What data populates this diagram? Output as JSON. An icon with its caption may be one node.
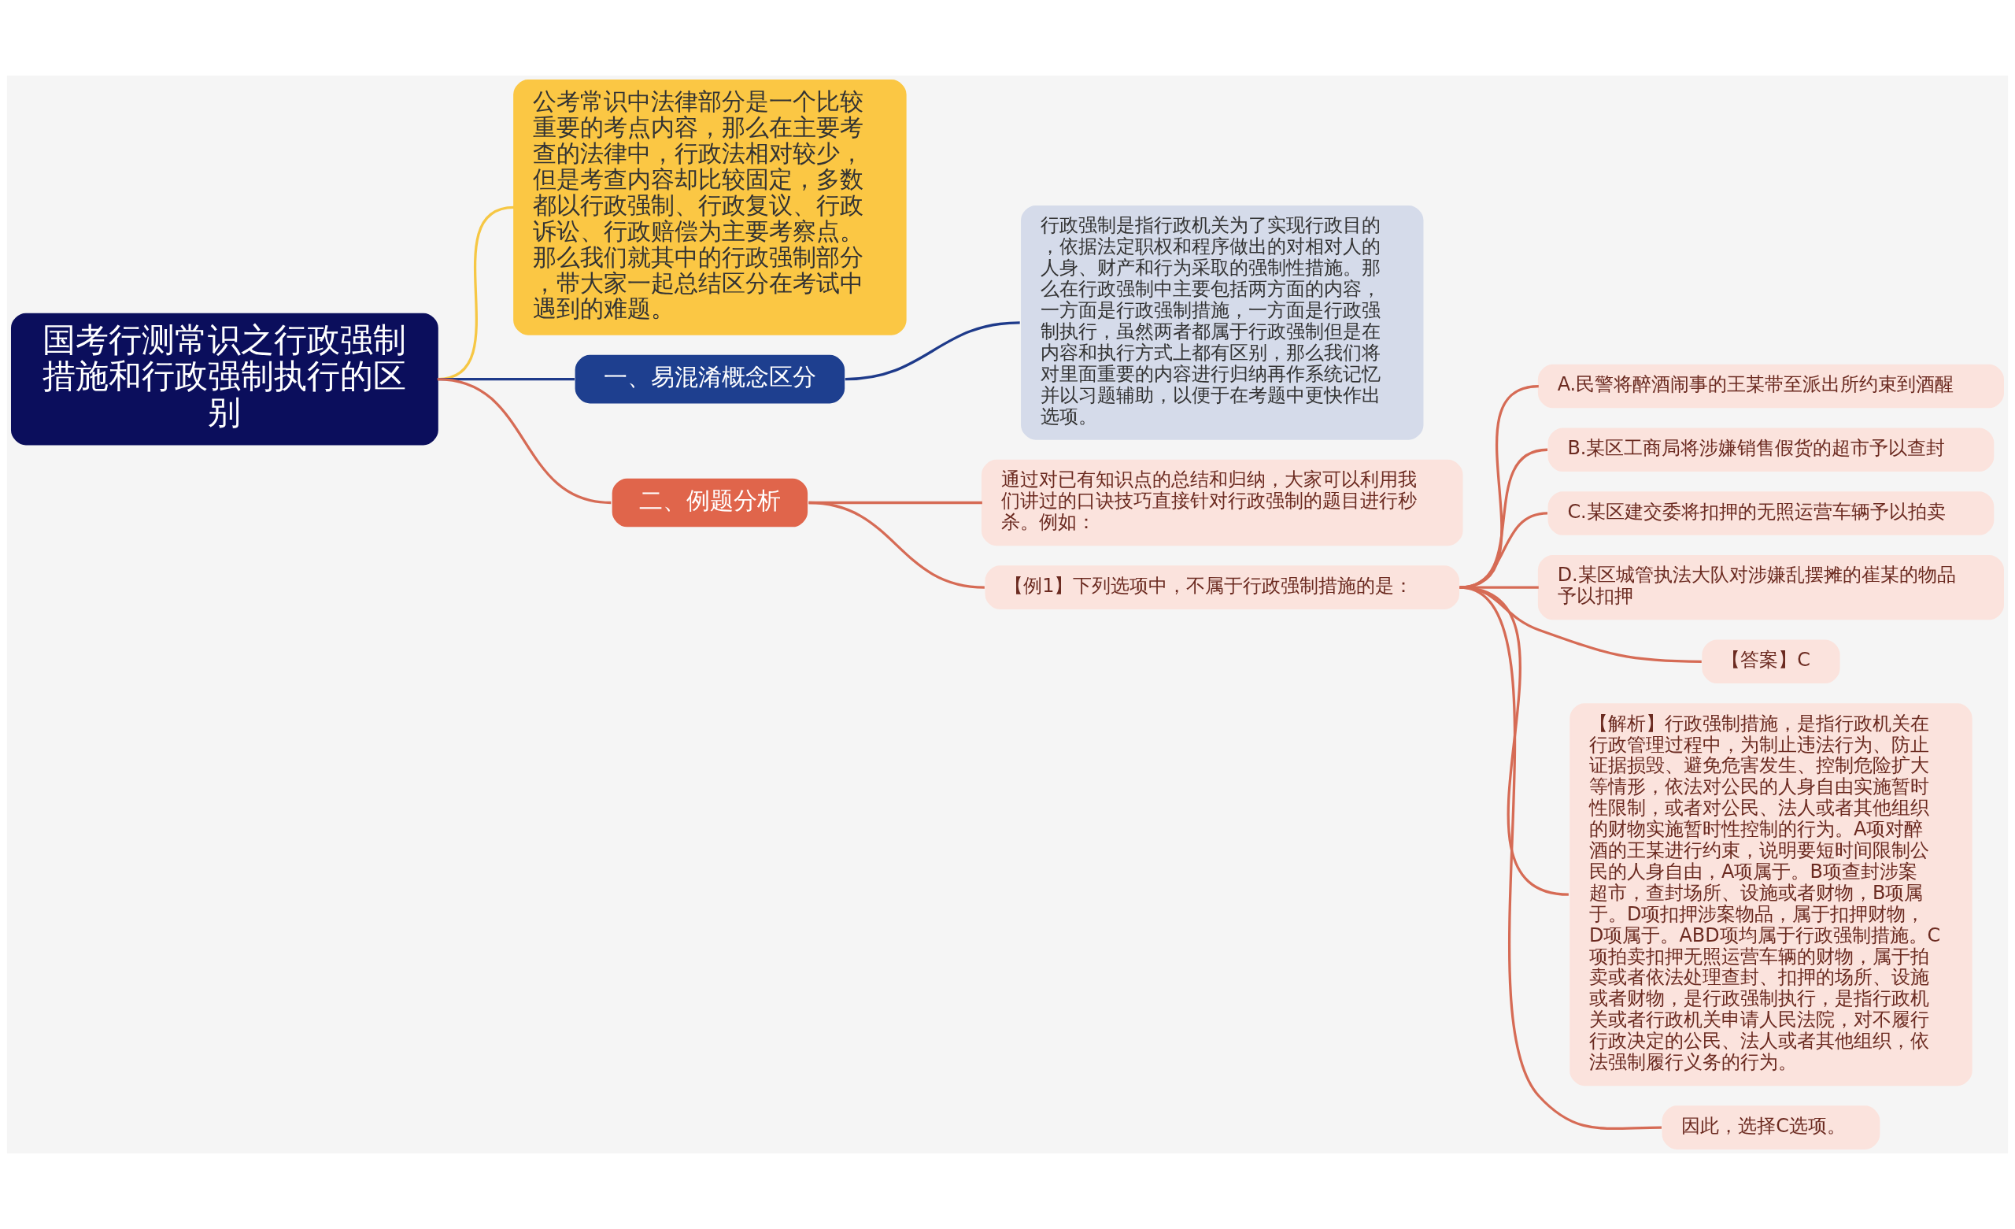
{
  "diagram": {
    "nodes": [
      {
        "text": [
          "国考行测常识之行政强制措施和行政强制执行的区别"
        ]
      },
      {
        "text": [
          "公考常识中法律部分是一个比较重要的考点内容，那么在主要考查的法律中，行政法相对较少，但是考查内容却比较固定，多数都以行政强制、行政复议、行政诉讼、行政赔偿为主要考察点。那么我们就其中的行政强制部分，带大家一起总结区分在考试中遇到的难题。"
        ]
      },
      {
        "text": [
          "一、易混淆概念区分"
        ]
      },
      {
        "text": [
          "行政强制是指行政机关为了实现行政目的，依据法定职权和程序做出的对相对人的人身、财产和行为采取的强制性措施。那么在行政强制中主要包括两方面的内容，一方面是行政强制措施，一方面是行政强制执行，虽然两者都属于行政强制但是在内容和执行方式上都有区别，那么我们将对里面重要的内容进行归纳再作系统记忆并以习题辅助，以便于在考题中更快作出选项。"
        ]
      },
      {
        "text": [
          "二、例题分析"
        ]
      },
      {
        "text": [
          "通过对已有知识点的总结和归纳，大家可以利用我们讲过的口诀技巧直接针对行政强制的题目进行秒杀。例如："
        ]
      },
      {
        "text": [
          "【例1】下列选项中，不属于行政强制措施的是："
        ]
      },
      {
        "text": [
          "A.民警将醉酒闹事的王某带至派出所约束到酒醒"
        ]
      },
      {
        "text": [
          "B.某区工商局将涉嫌销售假货的超市予以查封"
        ]
      },
      {
        "text": [
          "C.某区建交委将扣押的无照运营车辆予以拍卖"
        ]
      },
      {
        "text": [
          "D.某区城管执法大队对涉嫌乱摆摊的崔某的物品予以扣押"
        ]
      },
      {
        "text": [
          "【答案】C"
        ]
      },
      {
        "text": [
          "【解析】行政强制措施，是指行政机关在行政管理过程中，为制止违法行为、防止证据损毁、避免危害发生、控制危险扩大等情形，依法对公民的人身自由实施暂时性限制，或者对公民、法人或者其他组织的财物实施暂时性控制的行为。A项对醉酒的王某进行约束，说明要短时间限制公民的人身自由，A项属于。B项查封涉案超市，查封场所、设施或者财物，B项属于。D项扣押涉案物品，属于扣押财物，D项属于。ABD项均属于行政强制措施。C项拍卖扣押无照运营车辆的财物，属于拍卖或者依法处理查封、扣押的场所、设施或者财物，是行政强制执行，是指行政机关或者行政机关申请人民法院，对不履行行政决定的公民、法人或者其他组织，依法强制履行义务的行为。"
        ]
      },
      {
        "text": [
          "因此，选择C选项。"
        ]
      }
    ],
    "edges": [
      {
        "from": 0,
        "to": 1,
        "arrow": "none",
        "color": "#f6c744"
      },
      {
        "from": 0,
        "to": 2,
        "arrow": "none",
        "color": "#1e3a8a"
      },
      {
        "from": 2,
        "to": 3,
        "arrow": "none",
        "color": "#1e3a8a"
      },
      {
        "from": 0,
        "to": 4,
        "arrow": "none"
      },
      {
        "from": 4,
        "to": 5,
        "arrow": "none"
      },
      {
        "from": 4,
        "to": 6,
        "arrow": "none"
      },
      {
        "from": 6,
        "to": 7,
        "arrow": "none"
      },
      {
        "from": 6,
        "to": 8,
        "arrow": "none"
      },
      {
        "from": 6,
        "to": 9,
        "arrow": "none"
      },
      {
        "from": 6,
        "to": 10,
        "arrow": "none"
      },
      {
        "from": 6,
        "to": 11,
        "arrow": "none"
      },
      {
        "from": 6,
        "to": 12,
        "arrow": "none"
      },
      {
        "from": 6,
        "to": 13,
        "arrow": "none"
      }
    ]
  }
}
